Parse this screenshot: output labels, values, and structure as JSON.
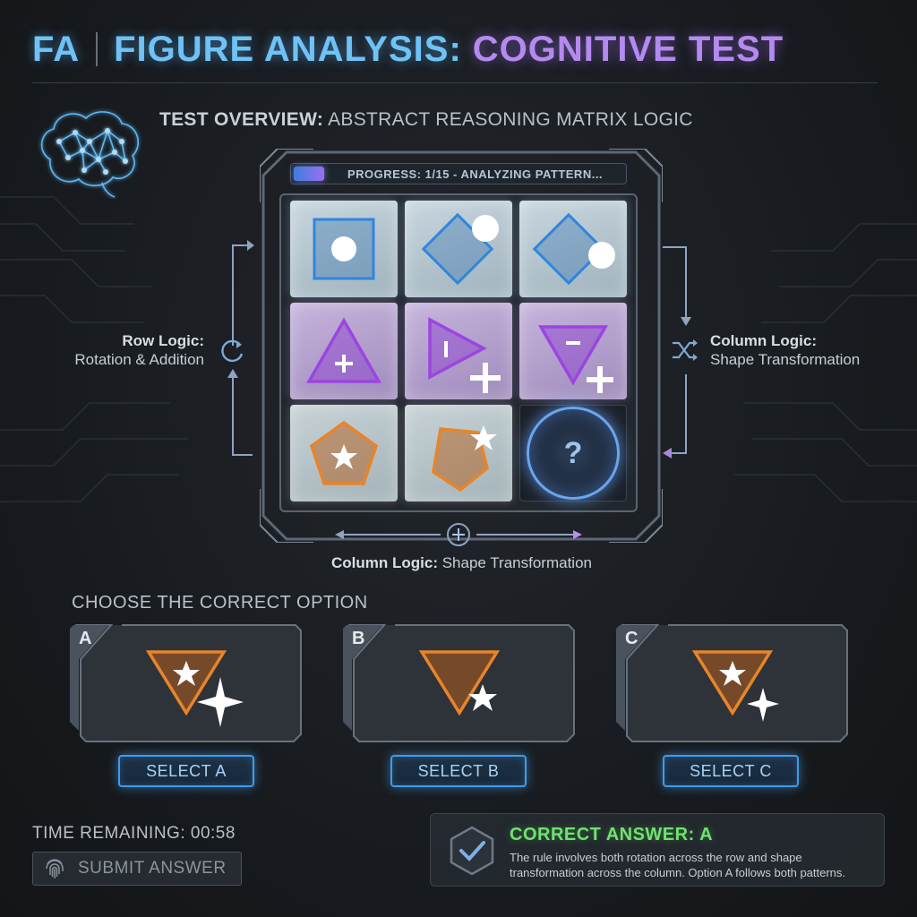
{
  "header": {
    "logo": "FA",
    "title_part1": "FIGURE ANALYSIS:",
    "title_part2": "COGNITIVE TEST"
  },
  "overview": {
    "label": "TEST OVERVIEW:",
    "text": "ABSTRACT REASONING MATRIX LOGIC"
  },
  "progress": {
    "text": "PROGRESS: 1/15 - ANALYZING PATTERN...",
    "current": 1,
    "total": 15
  },
  "logic": {
    "row_title": "Row Logic:",
    "row_desc": "Rotation & Addition",
    "col_right_title": "Column Logic:",
    "col_right_desc": "Shape Transformation",
    "col_bottom_title": "Column Logic:",
    "col_bottom_desc": "Shape Transformation"
  },
  "matrix": {
    "missing_symbol": "?"
  },
  "options": {
    "heading": "CHOOSE THE CORRECT OPTION",
    "items": [
      {
        "letter": "A",
        "button": "SELECT A"
      },
      {
        "letter": "B",
        "button": "SELECT B"
      },
      {
        "letter": "C",
        "button": "SELECT C"
      }
    ]
  },
  "footer": {
    "time_label": "TIME REMAINING: 00:58",
    "submit_label": "SUBMIT ANSWER"
  },
  "answer": {
    "title": "CORRECT ANSWER: A",
    "text": "The rule involves both rotation across the row and shape transformation across the column. Option A follows both patterns."
  },
  "colors": {
    "accent_blue": "#6fc2f5",
    "accent_purple": "#b58af0",
    "shape_blue": "#3a8fe0",
    "shape_purple": "#9b45e0",
    "shape_orange": "#e8842a",
    "correct_green": "#6fe36f"
  }
}
